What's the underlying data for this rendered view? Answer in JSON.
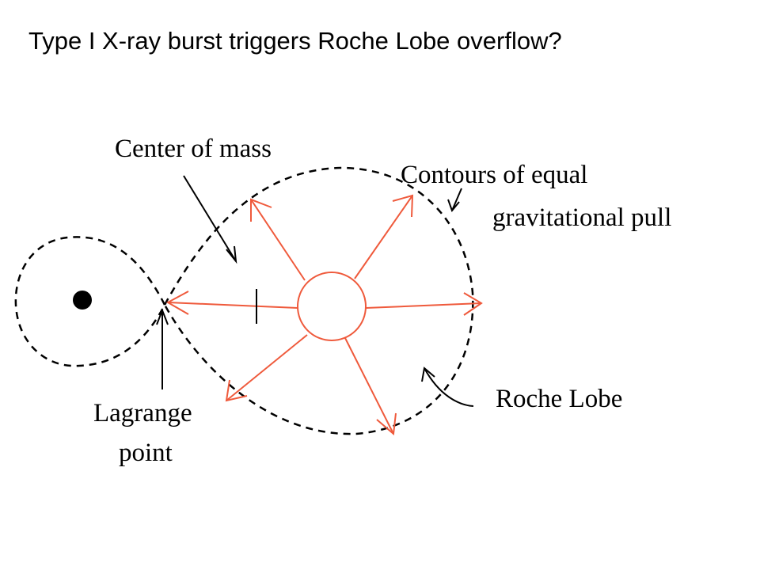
{
  "slide": {
    "title": "Type I X-ray burst triggers Roche Lobe overflow?"
  },
  "diagram": {
    "labels": {
      "center_of_mass": "Center of mass",
      "contours_line1": "Contours of equal",
      "contours_line2": "gravitational pull",
      "roche_lobe": "Roche Lobe",
      "lagrange_line1": "Lagrange",
      "lagrange_line2": "point"
    },
    "colors": {
      "accent": "#ef5a3c",
      "ink": "#000000"
    }
  }
}
